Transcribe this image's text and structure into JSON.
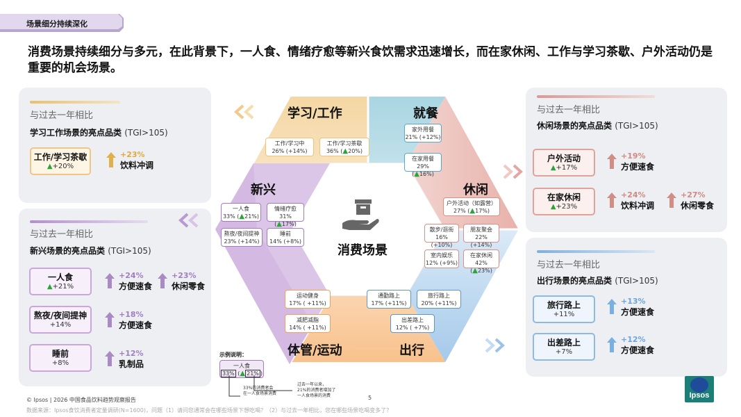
{
  "tag": "场景细分持续深化",
  "headline": "消费场景持续细分与多元，在此背景下，一人食、情绪疗愈等新兴食饮需求迅速增长，而在家休闲、工作与学习茶歇、户外活动仍是重要的机会场景。",
  "center_label": "消费场景",
  "colors": {
    "study": "#f3cc8c",
    "dining": "#9fd0de",
    "leisure": "#e2a7a0",
    "travel": "#9cc3e6",
    "sport": "#f5b77a",
    "new": "#c7a7d8",
    "green": "#2aa43a"
  },
  "panels": {
    "study": {
      "compare": "与过去一年相比",
      "title": "学习工作场景的亮点品类",
      "tgi": "(TGI>105)",
      "cats": [
        {
          "name": "工作/学习茶歇",
          "value": "+20%"
        }
      ],
      "items": [
        {
          "pct": "+23%",
          "label": "饮料冲调"
        }
      ]
    },
    "new": {
      "compare": "与过去一年相比",
      "title": "新兴场景的亮点品类",
      "tgi": "(TGI>105)",
      "cats": [
        {
          "name": "一人食",
          "value": "+21%",
          "items": [
            {
              "pct": "+24%",
              "label": "方便速食"
            },
            {
              "pct": "+23%",
              "label": "休闲零食"
            }
          ]
        },
        {
          "name": "熬夜/夜间提神",
          "value": "+14%",
          "items": [
            {
              "pct": "+18%",
              "label": "方便速食"
            }
          ]
        },
        {
          "name": "睡前",
          "value": "+8%",
          "items": [
            {
              "pct": "+12%",
              "label": "乳制品"
            }
          ]
        }
      ]
    },
    "leisure": {
      "compare": "与过去一年相比",
      "title": "休闲场景的亮点品类",
      "tgi": "(TGI>105)",
      "cats": [
        {
          "name": "户外活动",
          "value": "+17%",
          "items": [
            {
              "pct": "+19%",
              "label": "方便速食"
            }
          ]
        },
        {
          "name": "在家休闲",
          "value": "+23%",
          "items": [
            {
              "pct": "+24%",
              "label": "饮料冲调"
            },
            {
              "pct": "+27%",
              "label": "休闲零食"
            }
          ]
        }
      ]
    },
    "travel": {
      "compare": "与过去一年相比",
      "title": "出行场景的亮点品类",
      "tgi": "(TGI>105)",
      "cats": [
        {
          "name": "旅行路上",
          "value": "+11%",
          "items": [
            {
              "pct": "+13%",
              "label": "方便速食"
            }
          ]
        },
        {
          "name": "出差路上",
          "value": "+7%",
          "items": [
            {
              "pct": "+12%",
              "label": "方便速食"
            }
          ]
        }
      ]
    }
  },
  "segments": {
    "study": {
      "title": "学习/工作",
      "chips": [
        {
          "name": "工作/学习中",
          "pct": "26%",
          "chg": "(+14%)"
        },
        {
          "name": "工作/学习茶歇",
          "pct": "36%",
          "chg": "20%"
        }
      ]
    },
    "dining": {
      "title": "就餐",
      "chips": [
        {
          "name": "家外用餐",
          "pct": "21%",
          "chg": "(+12%)"
        },
        {
          "name": "在家用餐",
          "pct": "29%",
          "chg": "16%"
        }
      ]
    },
    "leisure": {
      "title": "休闲",
      "chips": [
        {
          "name": "户外活动（如露营）",
          "pct": "27%",
          "chg": "17%"
        },
        {
          "name": "散步/逛街",
          "pct": "16%",
          "chg": "(+10%)"
        },
        {
          "name": "朋友聚会",
          "pct": "22%",
          "chg": "(+14%)"
        },
        {
          "name": "室内娱乐",
          "pct": "12%",
          "chg": "(+9%)"
        },
        {
          "name": "在家休闲",
          "pct": "42%",
          "chg": "23%"
        }
      ]
    },
    "travel": {
      "title": "出行",
      "chips": [
        {
          "name": "通勤路上",
          "pct": "17%",
          "chg": "(+11%)"
        },
        {
          "name": "旅行路上",
          "pct": "20%",
          "chg": "(+11%)"
        },
        {
          "name": "出差路上",
          "pct": "12%",
          "chg": "( +7%)"
        }
      ]
    },
    "sport": {
      "title": "体管/运动",
      "chips": [
        {
          "name": "运动健身",
          "pct": "17%",
          "chg": "( +11%)"
        },
        {
          "name": "减肥减脂",
          "pct": "14%",
          "chg": "( +11%)"
        }
      ]
    },
    "new": {
      "title": "新兴",
      "chips": [
        {
          "name": "一人食",
          "pct": "33%",
          "chg": "21%"
        },
        {
          "name": "情绪疗愈",
          "pct": "31%",
          "chg": "17%"
        },
        {
          "name": "熬夜/夜间提神",
          "pct": "23%",
          "chg": "(+14%)"
        },
        {
          "name": "睡前",
          "pct": "14%",
          "chg": "(+8%)"
        }
      ]
    }
  },
  "legend": {
    "title": "示例说明：",
    "chip_name": "一人食",
    "chip_pct": "33%",
    "chip_chg": "21%",
    "note1": [
      "33%的消费者会",
      "在一人食场景消费"
    ],
    "note2": [
      "过去一年以来，",
      "21%的消费者增加了",
      "一人食场景的消费"
    ]
  },
  "footer": {
    "copyright": "© Ipsos | 2026 中国食品饮料趋势观察报告",
    "page": "5",
    "source": "数据来源：Ipsos食饮消费者定量调研(N=1600)，问题（1）请问您通常会在哪些场景下想吃喝？（2）与过去一年相比，您在哪些场景吃喝变多了？",
    "logo": "Ipsos"
  }
}
